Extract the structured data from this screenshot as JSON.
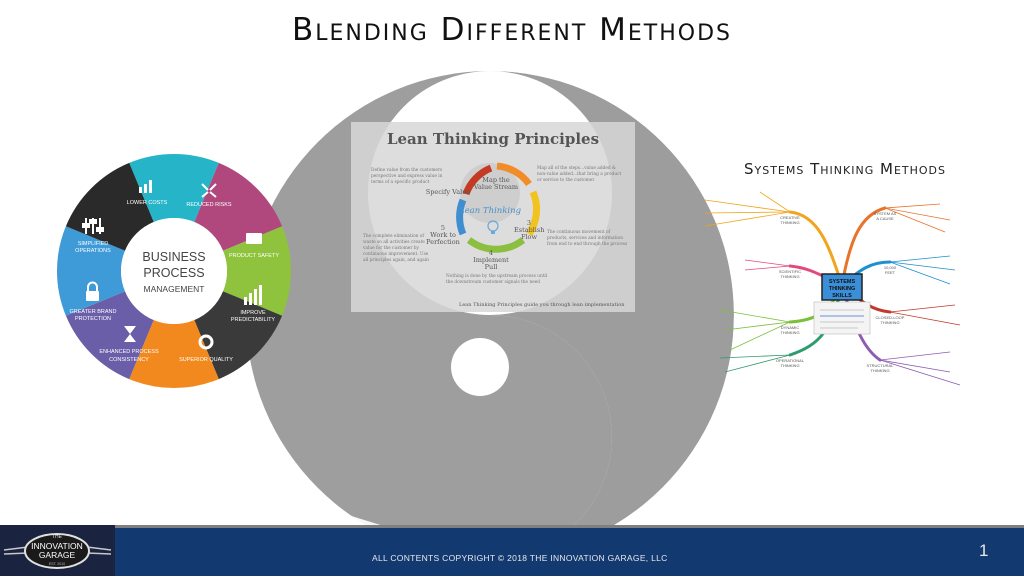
{
  "slide": {
    "title": "Blending Different Methods",
    "page_number": "1"
  },
  "bpm": {
    "center_line1": "BUSINESS",
    "center_line2": "PROCESS",
    "center_line3": "MANAGEMENT",
    "segments": [
      {
        "label": "LOWER COSTS",
        "color": "#26b5c8"
      },
      {
        "label": "REDUCED RISKS",
        "color": "#b0487e"
      },
      {
        "label": "PRODUCT SAFETY",
        "color": "#8fc33d"
      },
      {
        "label1": "IMPROVE",
        "label2": "PREDICTABILITY",
        "color": "#3a3a3a"
      },
      {
        "label": "SUPERIOR QUALITY",
        "color": "#f2891e"
      },
      {
        "label1": "ENHANCED PROCESS",
        "label2": "CONSISTENCY",
        "color": "#6a5ea8"
      },
      {
        "label1": "GREATER BRAND",
        "label2": "PROTECTION",
        "color": "#3f9ad8"
      },
      {
        "label1": "SIMPLIFIED",
        "label2": "OPERATIONS",
        "color": "#2a2a2a"
      }
    ]
  },
  "lean": {
    "title": "Lean Thinking Principles",
    "center": "Lean Thinking",
    "steps": {
      "s1": "Specify Value",
      "s2a": "Map the",
      "s2b": "Value Stream",
      "s3num": "3",
      "s3a": "Establish",
      "s3b": "Flow",
      "s4num": "4",
      "s4a": "Implement",
      "s4b": "Pull",
      "s5num": "5",
      "s5a": "Work to",
      "s5b": "Perfection"
    },
    "text_left_top": [
      "Define value from the customers",
      "perspective and express value in",
      "terms of a specific product"
    ],
    "text_right_top": [
      "Map all of the steps...value added &",
      "non-value added...that bring a product",
      "or service to the customer"
    ],
    "text_right_mid": [
      "The continuous movement of",
      "products, services and information",
      "from end to end through the process"
    ],
    "text_left_mid": [
      "The complete elimination of",
      "waste so all activities create",
      "value for the customer by",
      "continuous improvement. Use",
      "all principles again, and again"
    ],
    "text_bottom": [
      "Nothing is done by the upstream process until",
      "the downstream customer signals the need"
    ],
    "caption": "Lean Thinking Principles guide you through lean implementation"
  },
  "systems": {
    "title": "Systems Thinking Methods",
    "center_label1": "SYSTEMS",
    "center_label2": "THINKING",
    "center_label3": "SKILLS",
    "branches": [
      {
        "label1": "CREATIVE",
        "label2": "THINKING",
        "color": "#f2a41e"
      },
      {
        "label1": "SYSTEM AS",
        "label2": "A CAUSE",
        "color": "#e8732a"
      },
      {
        "label1": "SCIENTIFIC",
        "label2": "THINKING",
        "color": "#e34a7c"
      },
      {
        "label1": "10,000",
        "label2": "FEET",
        "color": "#1f8fcf"
      },
      {
        "label1": "DYNAMIC",
        "label2": "THINKING",
        "color": "#7bbf3a"
      },
      {
        "label1": "CLOSED-LOOP",
        "label2": "THINKING",
        "color": "#c0392b"
      },
      {
        "label1": "OPERATIONAL",
        "label2": "THINKING",
        "color": "#2e9c6f"
      },
      {
        "label1": "STRUCTURAL",
        "label2": "THINKING",
        "color": "#8e5cb3"
      }
    ]
  },
  "footer": {
    "copyright": "ALL CONTENTS COPYRIGHT © 2018 THE INNOVATION GARAGE, LLC",
    "logo_line1": "THE",
    "logo_line2": "INNOVATION",
    "logo_line3": "GARAGE",
    "logo_line4": "EST. 2010",
    "bg_color": "#123a70"
  }
}
